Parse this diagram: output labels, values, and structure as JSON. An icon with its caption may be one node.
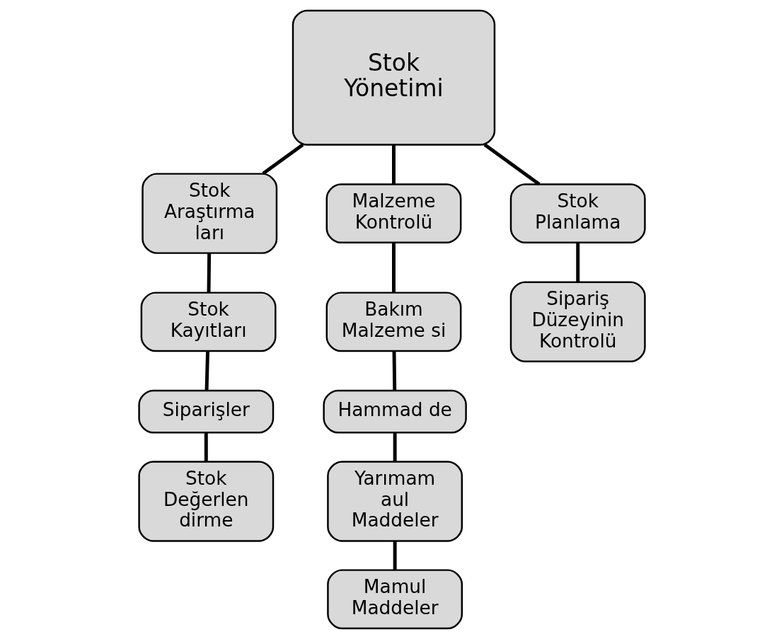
{
  "diagram": {
    "nodes": [
      {
        "text": [
          "Stok Yönetimi"
        ]
      },
      {
        "text": [
          "Stok Araştırma ları"
        ]
      },
      {
        "text": [
          "Stok Kayıtları"
        ]
      },
      {
        "text": [
          "Siparişler"
        ]
      },
      {
        "text": [
          "Stok Değerlen dirme"
        ]
      },
      {
        "text": [
          "Malzeme Kontrolü"
        ]
      },
      {
        "text": [
          "Bakım Malzeme si"
        ]
      },
      {
        "text": [
          "Hammad de"
        ]
      },
      {
        "text": [
          "Yarımam aul Maddeler"
        ]
      },
      {
        "text": [
          "Mamul Maddeler"
        ]
      },
      {
        "text": [
          "Stok Planlama"
        ]
      },
      {
        "text": [
          "Sipariş Düzeyinin Kontrolü"
        ]
      }
    ],
    "edges": [
      {
        "from": 0,
        "to": 1,
        "arrow": "none"
      },
      {
        "from": 0,
        "to": 5,
        "arrow": "none"
      },
      {
        "from": 0,
        "to": 10,
        "arrow": "none"
      },
      {
        "from": 1,
        "to": 2,
        "arrow": "none"
      },
      {
        "from": 2,
        "to": 3,
        "arrow": "none"
      },
      {
        "from": 3,
        "to": 4,
        "arrow": "none"
      },
      {
        "from": 5,
        "to": 6,
        "arrow": "none"
      },
      {
        "from": 6,
        "to": 7,
        "arrow": "none"
      },
      {
        "from": 7,
        "to": 8,
        "arrow": "none"
      },
      {
        "from": 8,
        "to": 9,
        "arrow": "none"
      },
      {
        "from": 10,
        "to": 11,
        "arrow": "none"
      }
    ]
  }
}
